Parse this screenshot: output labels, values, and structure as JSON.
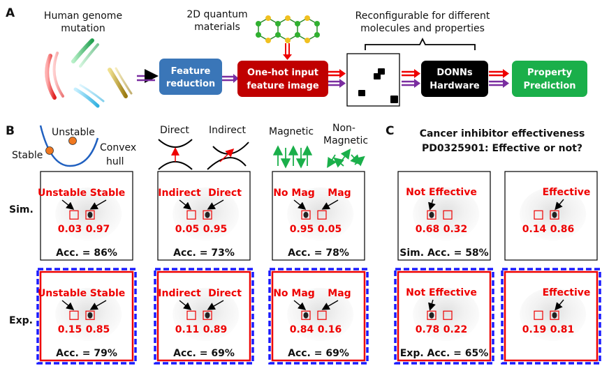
{
  "panel_labels": {
    "a": "A",
    "b": "B",
    "c": "C"
  },
  "panel_a": {
    "genome_title": "Human genome\nmutation",
    "quantum_title": "2D quantum\nmaterials",
    "reconfig_title": "Reconfigurable for different\nmolecules and properties",
    "feature_reduction": "Feature\nreduction",
    "onehot": "One-hot input\nfeature image",
    "donns": "DONNs\nHardware",
    "property": "Property\nPrediction",
    "colors": {
      "blue": "#3a76b8",
      "red": "#c00000",
      "black": "#000000",
      "green": "#1aaf4a",
      "purple": "#7a2da0"
    }
  },
  "panel_b": {
    "stability": {
      "unstable": "Unstable",
      "stable": "Stable",
      "convex": "Convex\nhull"
    },
    "gap": {
      "direct": "Direct",
      "indirect": "Indirect"
    },
    "magnetic": {
      "magnetic": "Magnetic",
      "nonmagnetic": "Non-\nMagnetic"
    }
  },
  "panel_c": {
    "title": "Cancer inhibitor effectiveness\nPD0325901: Effective or not?"
  },
  "rows": {
    "sim": "Sim.",
    "exp": "Exp."
  },
  "tiles": [
    {
      "id": "b1-sim",
      "labels": [
        "Unstable",
        "Stable"
      ],
      "values": [
        "0.03",
        "0.97"
      ],
      "acc": "Acc. = 86%"
    },
    {
      "id": "b2-sim",
      "labels": [
        "Indirect",
        "Direct"
      ],
      "values": [
        "0.05",
        "0.95"
      ],
      "acc": "Acc. = 73%"
    },
    {
      "id": "b3-sim",
      "labels": [
        "No Mag",
        "Mag"
      ],
      "values": [
        "0.95",
        "0.05"
      ],
      "acc": "Acc. = 78%"
    },
    {
      "id": "b1-exp",
      "labels": [
        "Unstable",
        "Stable"
      ],
      "values": [
        "0.15",
        "0.85"
      ],
      "acc": "Acc. = 79%"
    },
    {
      "id": "b2-exp",
      "labels": [
        "Indirect",
        "Direct"
      ],
      "values": [
        "0.11",
        "0.89"
      ],
      "acc": "Acc. = 69%"
    },
    {
      "id": "b3-exp",
      "labels": [
        "No Mag",
        "Mag"
      ],
      "values": [
        "0.84",
        "0.16"
      ],
      "acc": "Acc. = 69%"
    },
    {
      "id": "c1-sim",
      "labels": [
        "Not Effective"
      ],
      "values": [
        "0.68",
        "0.32"
      ],
      "acc": "Sim. Acc. = 58%"
    },
    {
      "id": "c2-sim",
      "labels": [
        "Effective"
      ],
      "values": [
        "0.14",
        "0.86"
      ],
      "acc": ""
    },
    {
      "id": "c1-exp",
      "labels": [
        "Not Effective"
      ],
      "values": [
        "0.78",
        "0.22"
      ],
      "acc": "Exp. Acc. = 65%"
    },
    {
      "id": "c2-exp",
      "labels": [
        "Effective"
      ],
      "values": [
        "0.19",
        "0.81"
      ],
      "acc": ""
    }
  ]
}
